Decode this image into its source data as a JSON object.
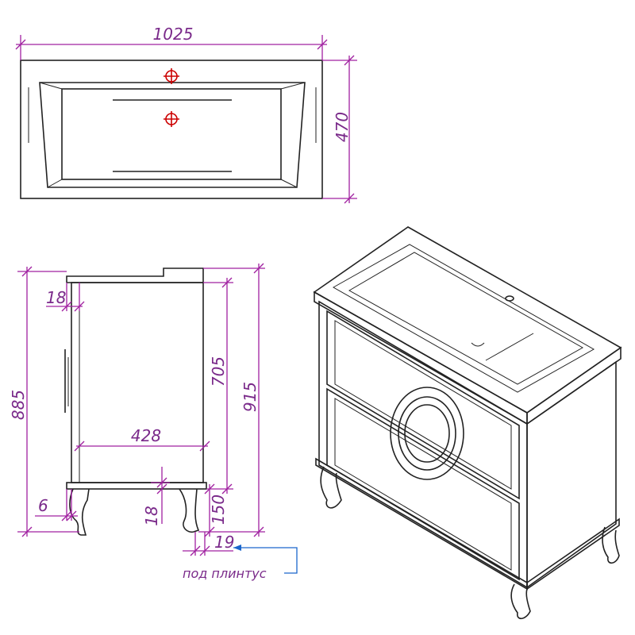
{
  "top_view": {
    "width_label": "1025",
    "depth_label": "470"
  },
  "side_view": {
    "panel_label": "18",
    "height_label": "885",
    "body_height_label": "705",
    "total_height_label": "915",
    "inner_depth_label": "428",
    "plinth_label": "18",
    "leg_height_label": "150",
    "offset_label": "6",
    "setback_label": "19",
    "note_label": "под плинтус"
  },
  "colors": {
    "dimension": "#a020a0",
    "outline": "#222222",
    "tap_marker": "#cc0000",
    "note_arrow": "#1a66cc"
  }
}
